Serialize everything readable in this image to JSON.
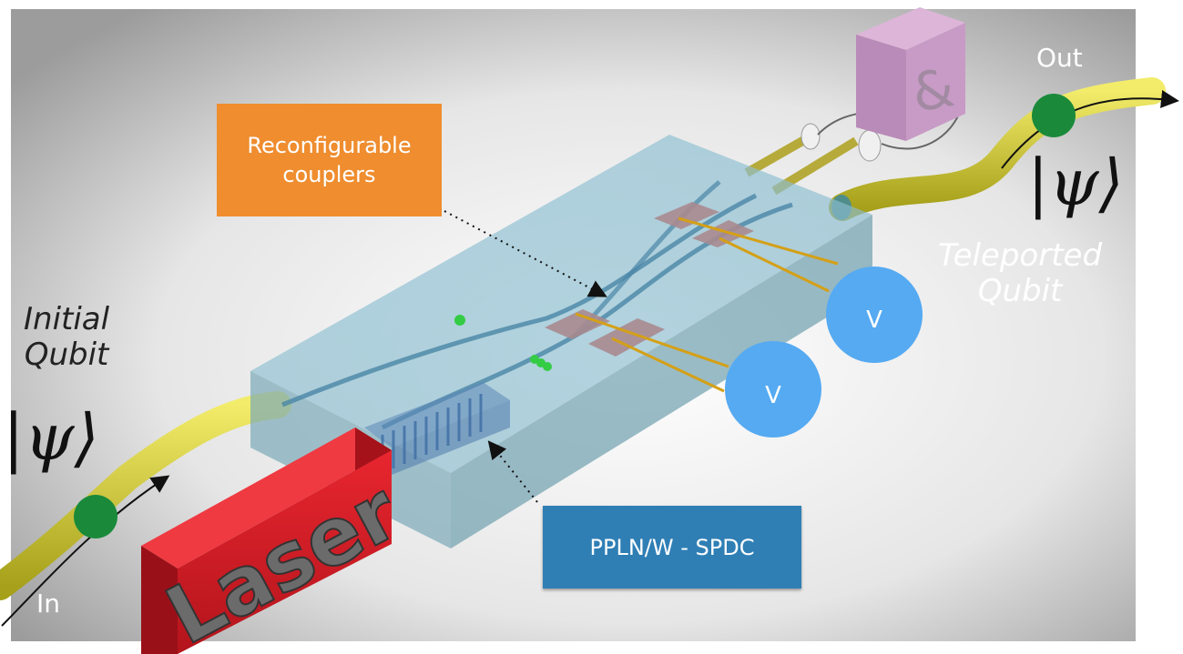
{
  "labels": {
    "reconfigurable_couplers": "Reconfigurable\ncouplers",
    "pplnw_spdc": "PPLN/W - SPDC",
    "initial_qubit": "Initial\nQubit",
    "teleported_qubit": "Teleported\nQubit",
    "ket_left": "|ψ⟩",
    "ket_right": "|ψ⟩",
    "in": "In",
    "out": "Out",
    "voltage_1": "V",
    "voltage_2": "V",
    "laser": "Laser",
    "and_gate": "&"
  },
  "colors": {
    "coupler_box": "#ef8d2f",
    "spdc_box": "#2f7fb5",
    "fiber": "#d8d23a",
    "qubit_dot": "#1a8a3a",
    "voltage_source": "#55aaf2",
    "laser_block": "#d8202c",
    "and_cube": "#c79bc6",
    "chip": "#8fc3d6"
  },
  "icons": {
    "laser": "red-laser-block-icon",
    "and_gate": "coincidence-cube-icon",
    "voltage": "voltage-source-icon"
  }
}
